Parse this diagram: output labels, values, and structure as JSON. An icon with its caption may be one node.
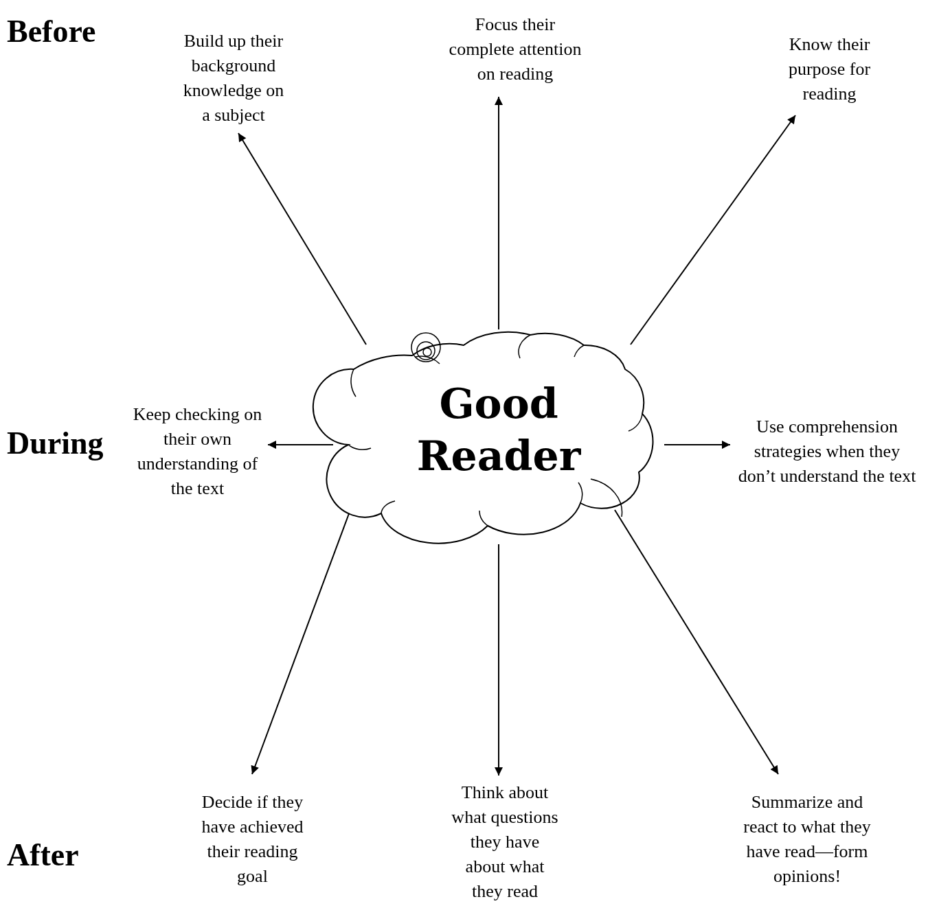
{
  "diagram": {
    "nodes": [
      {
        "text": [
          "Good Reader"
        ]
      },
      {
        "text": [
          "Build up their background knowledge on a subject"
        ]
      },
      {
        "text": [
          "Focus their complete attention on reading"
        ]
      },
      {
        "text": [
          "Know their purpose for reading"
        ]
      },
      {
        "text": [
          "Keep checking on their own understanding of the text"
        ]
      },
      {
        "text": [
          "Use comprehension strategies when they don’t understand the text"
        ]
      },
      {
        "text": [
          "Decide if they have achieved their reading goal"
        ]
      },
      {
        "text": [
          "Think about what questions they have about what they read"
        ]
      },
      {
        "text": [
          "Summarize and react to what they have read—form opinions!"
        ]
      }
    ],
    "edges": [
      {
        "from": 0,
        "to": 1,
        "arrow": "to"
      },
      {
        "from": 0,
        "to": 2,
        "arrow": "to"
      },
      {
        "from": 0,
        "to": 3,
        "arrow": "to"
      },
      {
        "from": 0,
        "to": 4,
        "arrow": "to"
      },
      {
        "from": 0,
        "to": 5,
        "arrow": "to"
      },
      {
        "from": 0,
        "to": 6,
        "arrow": "to"
      },
      {
        "from": 0,
        "to": 7,
        "arrow": "to"
      },
      {
        "from": 0,
        "to": 8,
        "arrow": "to"
      }
    ],
    "labels": [
      "Before",
      "During",
      "After"
    ]
  }
}
